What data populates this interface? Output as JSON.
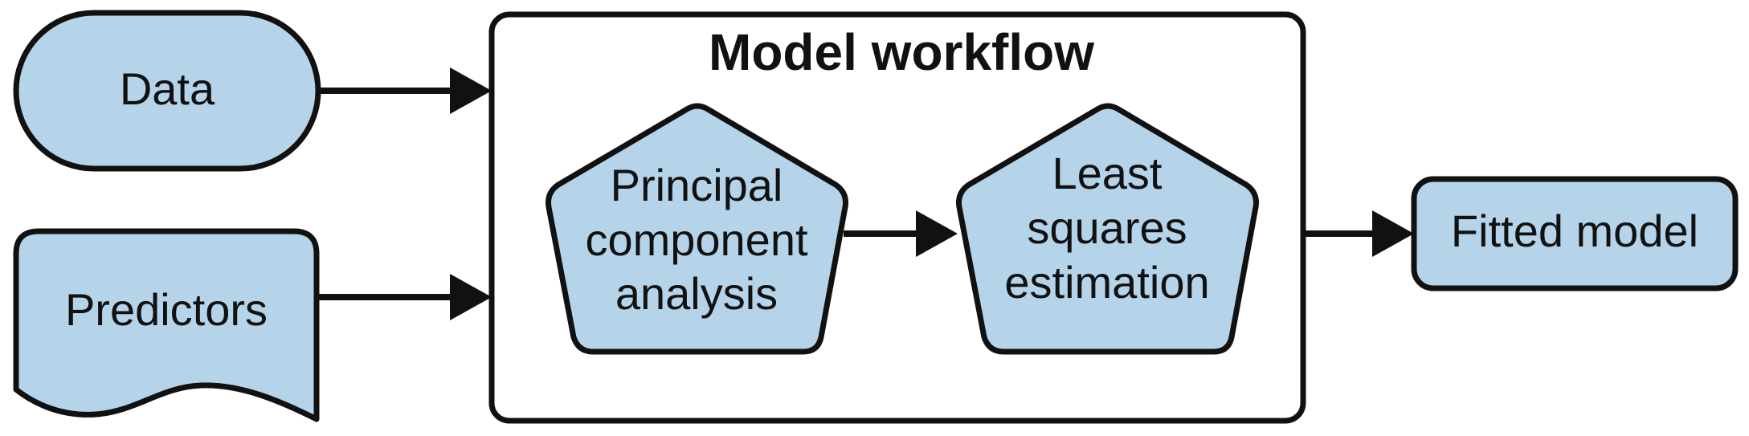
{
  "colors": {
    "node_fill": "#b5d4ea",
    "stroke": "#111111",
    "background": "#ffffff"
  },
  "diagram": {
    "container": {
      "title": "Model workflow"
    },
    "nodes": {
      "data": {
        "label": "Data",
        "shape": "terminator"
      },
      "predictors": {
        "label": "Predictors",
        "shape": "document"
      },
      "pca": {
        "lines": [
          "Principal",
          "component",
          "analysis"
        ],
        "shape": "pentagon"
      },
      "least_squares": {
        "lines": [
          "Least",
          "squares",
          "estimation"
        ],
        "shape": "pentagon"
      },
      "fitted_model": {
        "label": "Fitted model",
        "shape": "rounded-rectangle"
      }
    },
    "edges": [
      {
        "from": "Data",
        "to": "Model workflow"
      },
      {
        "from": "Predictors",
        "to": "Model workflow"
      },
      {
        "from": "Principal component analysis",
        "to": "Least squares estimation"
      },
      {
        "from": "Model workflow",
        "to": "Fitted model"
      }
    ]
  }
}
